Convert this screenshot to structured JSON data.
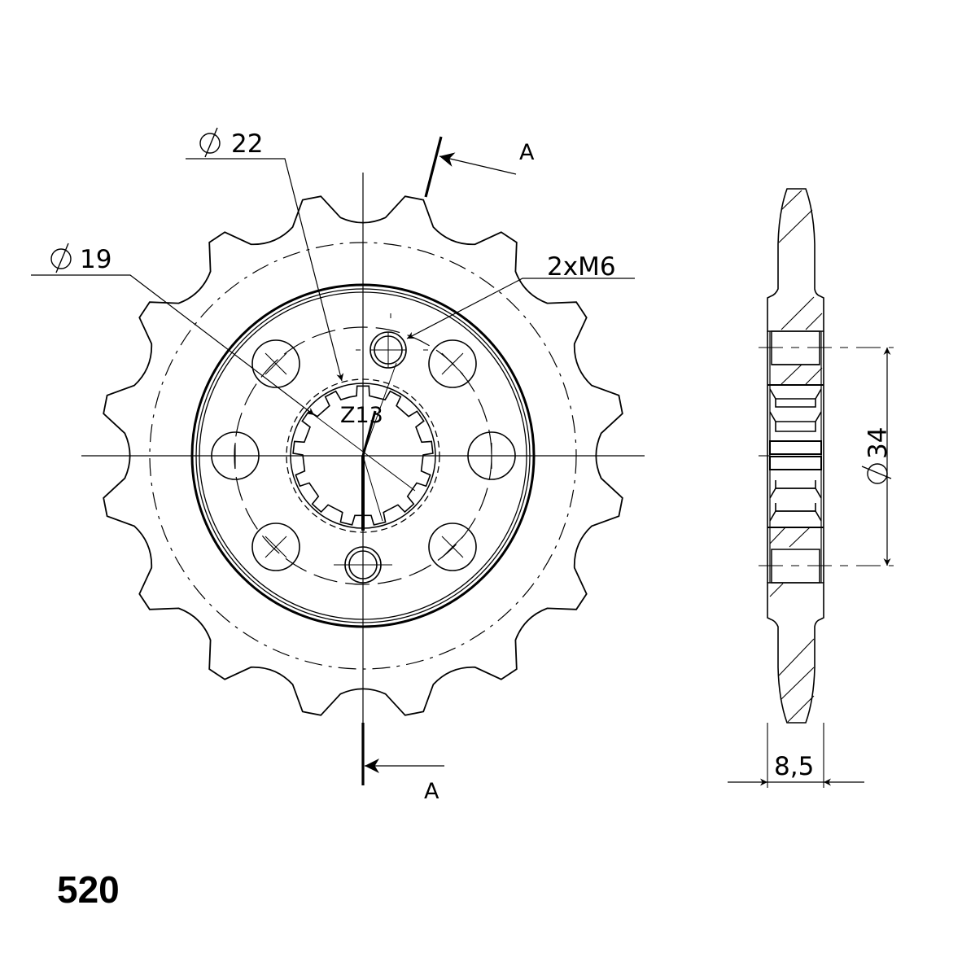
{
  "drawing": {
    "type": "sprocket technical drawing",
    "chain_pitch_label": "520",
    "front_view": {
      "outer_teeth_count": 16,
      "spline_label": "Z13",
      "dimensions": {
        "bore_outer_diameter": {
          "symbol": "∅",
          "value": "22"
        },
        "bore_inner_diameter": {
          "symbol": "∅",
          "value": "19"
        },
        "threaded_holes": "2xM6"
      },
      "section_marker": {
        "top": "A",
        "bottom": "A"
      }
    },
    "side_view": {
      "dimensions": {
        "hub_diameter": {
          "symbol": "∅",
          "value": "34"
        },
        "thickness": "8,5"
      }
    }
  },
  "colors": {
    "line": "#000000",
    "background": "#ffffff"
  }
}
